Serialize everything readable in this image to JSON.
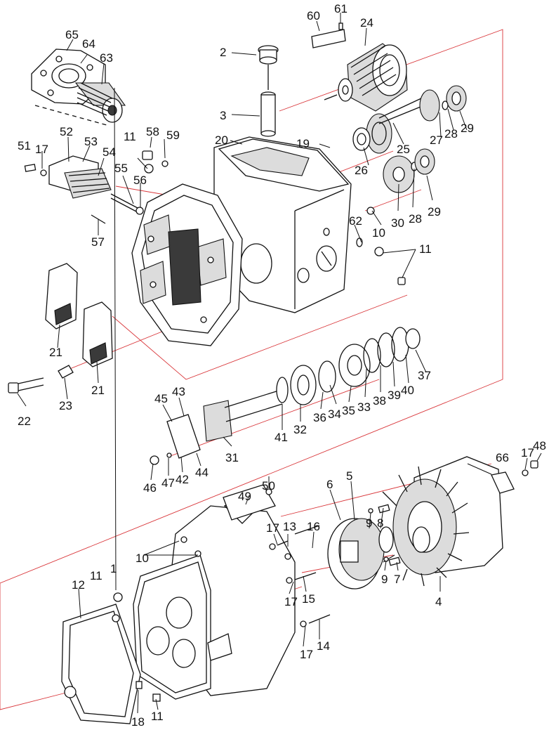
{
  "diagram": {
    "colors": {
      "ink": "#111111",
      "guide": "#d9363a",
      "paper": "#ffffff"
    },
    "part_labels": [
      {
        "id": "p60",
        "text": "60"
      },
      {
        "id": "p61",
        "text": "61"
      },
      {
        "id": "p24",
        "text": "24"
      },
      {
        "id": "p65",
        "text": "65"
      },
      {
        "id": "p64",
        "text": "64"
      },
      {
        "id": "p63",
        "text": "63"
      },
      {
        "id": "p2",
        "text": "2"
      },
      {
        "id": "p3",
        "text": "3"
      },
      {
        "id": "p20",
        "text": "20"
      },
      {
        "id": "p19",
        "text": "19"
      },
      {
        "id": "p27",
        "text": "27"
      },
      {
        "id": "p28a",
        "text": "28"
      },
      {
        "id": "p29a",
        "text": "29"
      },
      {
        "id": "p25",
        "text": "25"
      },
      {
        "id": "p26",
        "text": "26"
      },
      {
        "id": "p52",
        "text": "52"
      },
      {
        "id": "p53",
        "text": "53"
      },
      {
        "id": "p51",
        "text": "51"
      },
      {
        "id": "p17a",
        "text": "17"
      },
      {
        "id": "p54",
        "text": "54"
      },
      {
        "id": "p11a",
        "text": "11"
      },
      {
        "id": "p58",
        "text": "58"
      },
      {
        "id": "p59",
        "text": "59"
      },
      {
        "id": "p55",
        "text": "55"
      },
      {
        "id": "p56",
        "text": "56"
      },
      {
        "id": "p57",
        "text": "57"
      },
      {
        "id": "p62",
        "text": "62"
      },
      {
        "id": "p10a",
        "text": "10"
      },
      {
        "id": "p30",
        "text": "30"
      },
      {
        "id": "p28b",
        "text": "28"
      },
      {
        "id": "p29b",
        "text": "29"
      },
      {
        "id": "p11b",
        "text": "11"
      },
      {
        "id": "p21a",
        "text": "21"
      },
      {
        "id": "p21b",
        "text": "21"
      },
      {
        "id": "p22",
        "text": "22"
      },
      {
        "id": "p23",
        "text": "23"
      },
      {
        "id": "p45",
        "text": "45"
      },
      {
        "id": "p43",
        "text": "43"
      },
      {
        "id": "p31",
        "text": "31"
      },
      {
        "id": "p41",
        "text": "41"
      },
      {
        "id": "p32",
        "text": "32"
      },
      {
        "id": "p36",
        "text": "36"
      },
      {
        "id": "p34",
        "text": "34"
      },
      {
        "id": "p35",
        "text": "35"
      },
      {
        "id": "p33",
        "text": "33"
      },
      {
        "id": "p38",
        "text": "38"
      },
      {
        "id": "p39",
        "text": "39"
      },
      {
        "id": "p40",
        "text": "40"
      },
      {
        "id": "p37",
        "text": "37"
      },
      {
        "id": "p46",
        "text": "46"
      },
      {
        "id": "p47",
        "text": "47"
      },
      {
        "id": "p42",
        "text": "42"
      },
      {
        "id": "p44",
        "text": "44"
      },
      {
        "id": "p66",
        "text": "66"
      },
      {
        "id": "p17b",
        "text": "17"
      },
      {
        "id": "p48",
        "text": "48"
      },
      {
        "id": "p50",
        "text": "50"
      },
      {
        "id": "p49",
        "text": "49"
      },
      {
        "id": "p9a",
        "text": "9"
      },
      {
        "id": "p8",
        "text": "8"
      },
      {
        "id": "p6",
        "text": "6"
      },
      {
        "id": "p5",
        "text": "5"
      },
      {
        "id": "p17c",
        "text": "17"
      },
      {
        "id": "p13",
        "text": "13"
      },
      {
        "id": "p16",
        "text": "16"
      },
      {
        "id": "p10b",
        "text": "10"
      },
      {
        "id": "p1",
        "text": "1"
      },
      {
        "id": "p9b",
        "text": "9"
      },
      {
        "id": "p7",
        "text": "7"
      },
      {
        "id": "p12",
        "text": "12"
      },
      {
        "id": "p11c",
        "text": "11"
      },
      {
        "id": "p17d",
        "text": "17"
      },
      {
        "id": "p15",
        "text": "15"
      },
      {
        "id": "p4",
        "text": "4"
      },
      {
        "id": "p17e",
        "text": "17"
      },
      {
        "id": "p14",
        "text": "14"
      },
      {
        "id": "p18",
        "text": "18"
      },
      {
        "id": "p11d",
        "text": "11"
      }
    ]
  }
}
